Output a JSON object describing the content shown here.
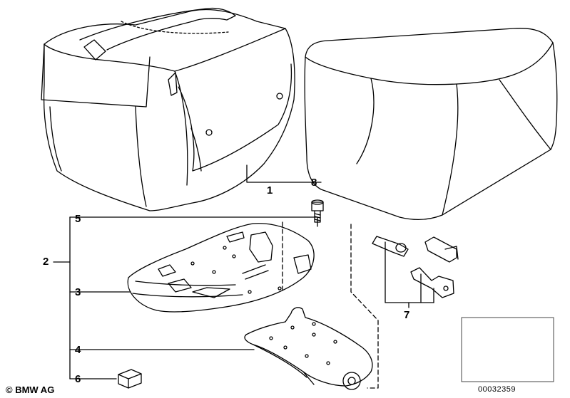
{
  "callouts": {
    "c1": "1",
    "c2": "2",
    "c3": "3",
    "c4": "4",
    "c5": "5",
    "c6": "6",
    "c7": "7",
    "c8": "8"
  },
  "footer": {
    "copyright": "© BMW AG",
    "diagram_id": "00032359"
  }
}
